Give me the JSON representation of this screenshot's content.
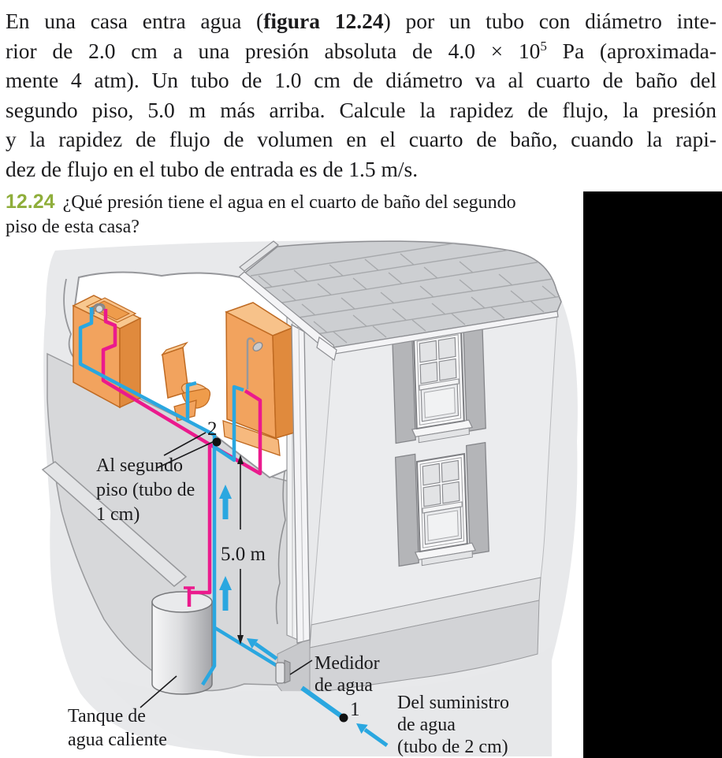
{
  "problem": {
    "l1a": "En una casa entra agua (",
    "l1b": "figura 12.24",
    "l1c": ") por un tubo con diámetro inte-",
    "l2a": "rior de 2.0 cm a una presión absoluta de 4.0 × 10",
    "l2sup": "5",
    "l2c": " Pa (aproximada-",
    "l3": "mente 4 atm). Un tubo de 1.0 cm de diámetro va al cuarto de baño del",
    "l4": "segundo piso, 5.0 m más arriba. Calcule la rapidez de flujo, la presión",
    "l5": "y la rapidez de flujo de volumen en el cuarto de baño, cuando la rapi-",
    "l6": "dez de flujo en el tubo de entrada es de 1.5 m/s."
  },
  "caption": {
    "number": "12.24",
    "line1": "¿Qué presión tiene el agua en el cuarto de baño del segundo",
    "line2": "piso de esta casa?"
  },
  "figure": {
    "point1": "1",
    "point2": "2",
    "label_height": "5.0 m",
    "label_second_floor_1": "Al segundo",
    "label_second_floor_2": "piso (tubo de",
    "label_second_floor_3": "1 cm)",
    "label_tank_1": "Tanque de",
    "label_tank_2": "agua caliente",
    "label_meter_1": "Medidor",
    "label_meter_2": "de agua",
    "label_supply_1": "Del suministro",
    "label_supply_2": "de agua",
    "label_supply_3": "(tubo de 2 cm)",
    "colors": {
      "cold_pipe": "#2AA7E0",
      "hot_pipe": "#EB1A8D",
      "fixture_orange": "#F2A35E",
      "caption_number_green": "#8FAE3B",
      "redaction": "#000000"
    }
  }
}
